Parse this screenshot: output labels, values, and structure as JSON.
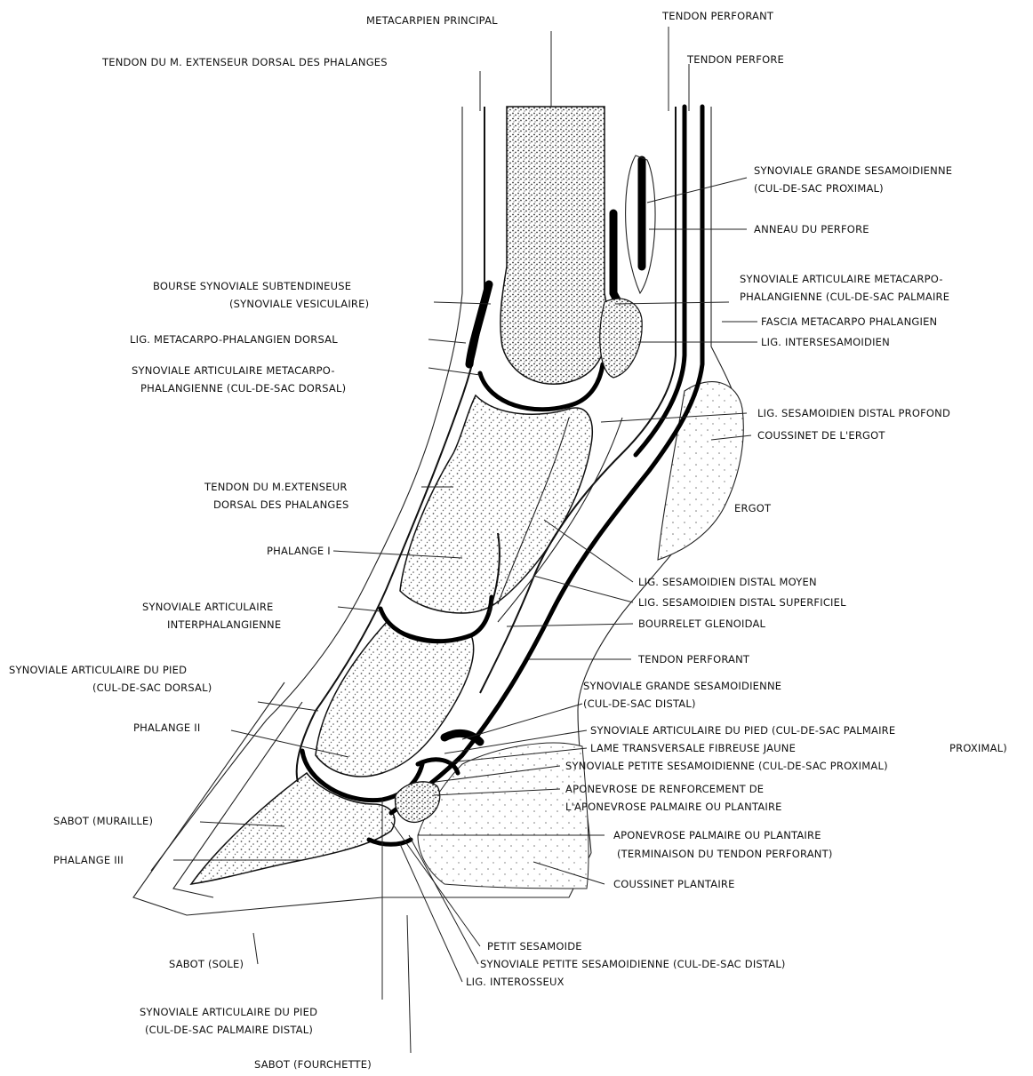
{
  "labels": {
    "metacarpien_principal": "METACARPIEN PRINCIPAL",
    "tendon_perforant_top": "TENDON PERFORANT",
    "tendon_extenseur_top": "TENDON DU M. EXTENSEUR DORSAL DES PHALANGES",
    "tendon_perfore": "TENDON PERFORE",
    "synoviale_grande_1a": "SYNOVIALE GRANDE SESAMOIDIENNE",
    "synoviale_grande_1b": "(CUL-DE-SAC PROXIMAL)",
    "anneau_perfore": "ANNEAU DU PERFORE",
    "synoviale_art_mcp_palm_a": "SYNOVIALE ARTICULAIRE METACARPO-",
    "synoviale_art_mcp_palm_b": "PHALANGIENNE (CUL-DE-SAC PALMAIRE",
    "fascia": "FASCIA METACARPO PHALANGIEN",
    "lig_intersesamoidien": "LIG. INTERSESAMOIDIEN",
    "bourse_a": "BOURSE SYNOVIALE SUBTENDINEUSE",
    "bourse_b": "(SYNOVIALE VESICULAIRE)",
    "lig_mcp_dorsal": "LIG. METACARPO-PHALANGIEN DORSAL",
    "syn_art_mcp_dors_a": "SYNOVIALE ARTICULAIRE METACARPO-",
    "syn_art_mcp_dors_b": "PHALANGIENNE (CUL-DE-SAC DORSAL)",
    "lig_ses_distal_profond": "LIG. SESAMOIDIEN DISTAL PROFOND",
    "coussinet_ergot": "COUSSINET DE L'ERGOT",
    "tendon_ext_mid_a": "TENDON DU M.EXTENSEUR",
    "tendon_ext_mid_b": "DORSAL DES PHALANGES",
    "ergot": "ERGOT",
    "phalange_1": "PHALANGE I",
    "lig_ses_distal_moyen": "LIG. SESAMOIDIEN DISTAL MOYEN",
    "syn_interphal_a": "SYNOVIALE ARTICULAIRE",
    "syn_interphal_b": "INTERPHALANGIENNE",
    "lig_ses_distal_sup": "LIG. SESAMOIDIEN DISTAL SUPERFICIEL",
    "bourrelet": "BOURRELET GLENOIDAL",
    "tendon_perforant_mid": "TENDON PERFORANT",
    "syn_pied_dors_a": "SYNOVIALE ARTICULAIRE DU PIED",
    "syn_pied_dors_b": "(CUL-DE-SAC DORSAL)",
    "syn_grande_distal_a": "SYNOVIALE GRANDE SESAMOIDIENNE",
    "syn_grande_distal_b": "(CUL-DE-SAC DISTAL)",
    "phalange_2": "PHALANGE II",
    "syn_pied_palm_prox_a": "SYNOVIALE ARTICULAIRE DU PIED (CUL-DE-SAC PALMAIRE",
    "lame_transversale": "LAME TRANSVERSALE FIBREUSE JAUNE",
    "proximal": "PROXIMAL)",
    "syn_petite_prox": "SYNOVIALE PETITE SESAMOIDIENNE (CUL-DE-SAC PROXIMAL)",
    "aponevrose_renf_a": "APONEVROSE DE RENFORCEMENT DE",
    "aponevrose_renf_b": "L'APONEVROSE PALMAIRE OU PLANTAIRE",
    "sabot_muraille": "SABOT (MURAILLE)",
    "aponevrose_palm_a": "APONEVROSE PALMAIRE OU PLANTAIRE",
    "aponevrose_palm_b": "(TERMINAISON DU TENDON PERFORANT)",
    "phalange_3": "PHALANGE III",
    "coussinet_plantaire": "COUSSINET PLANTAIRE",
    "petit_sesamoide": "PETIT SESAMOIDE",
    "syn_petite_distal": "SYNOVIALE PETITE SESAMOIDIENNE (CUL-DE-SAC DISTAL)",
    "sabot_sole": "SABOT (SOLE)",
    "lig_interosseux": "LIG. INTEROSSEUX",
    "syn_pied_palm_dist_a": "SYNOVIALE ARTICULAIRE DU PIED",
    "syn_pied_palm_dist_b": "(CUL-DE-SAC PALMAIRE DISTAL)",
    "sabot_fourchette": "SABOT (FOURCHETTE)"
  },
  "colors": {
    "ink": "#111111",
    "paper": "#ffffff",
    "stipple": "#555555"
  }
}
